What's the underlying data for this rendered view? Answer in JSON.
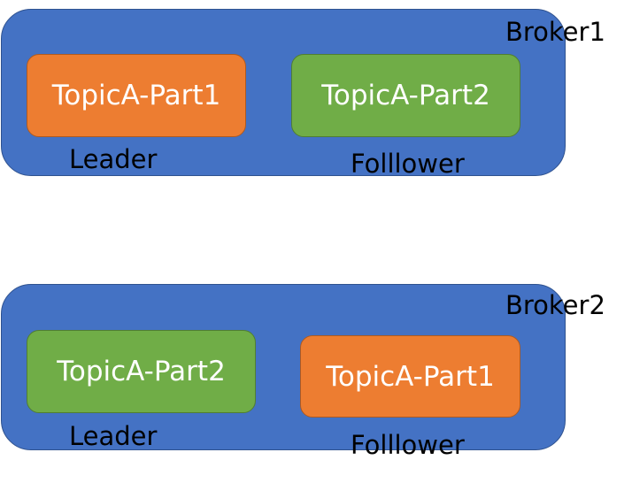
{
  "brokers": [
    {
      "name": "Broker1",
      "partitions": [
        {
          "label": "TopicA-Part1",
          "color": "#ed7d31"
        },
        {
          "label": "TopicA-Part2",
          "color": "#70ad47"
        }
      ],
      "roles": [
        "Leader",
        "Folllower"
      ]
    },
    {
      "name": "Broker2",
      "partitions": [
        {
          "label": "TopicA-Part2",
          "color": "#70ad47"
        },
        {
          "label": "TopicA-Part1",
          "color": "#ed7d31"
        }
      ],
      "roles": [
        "Leader",
        "Folllower"
      ]
    }
  ],
  "colors": {
    "broker_fill": "#4472c4",
    "leader_partition_fill": "#ed7d31",
    "follower_partition_fill": "#70ad47"
  }
}
